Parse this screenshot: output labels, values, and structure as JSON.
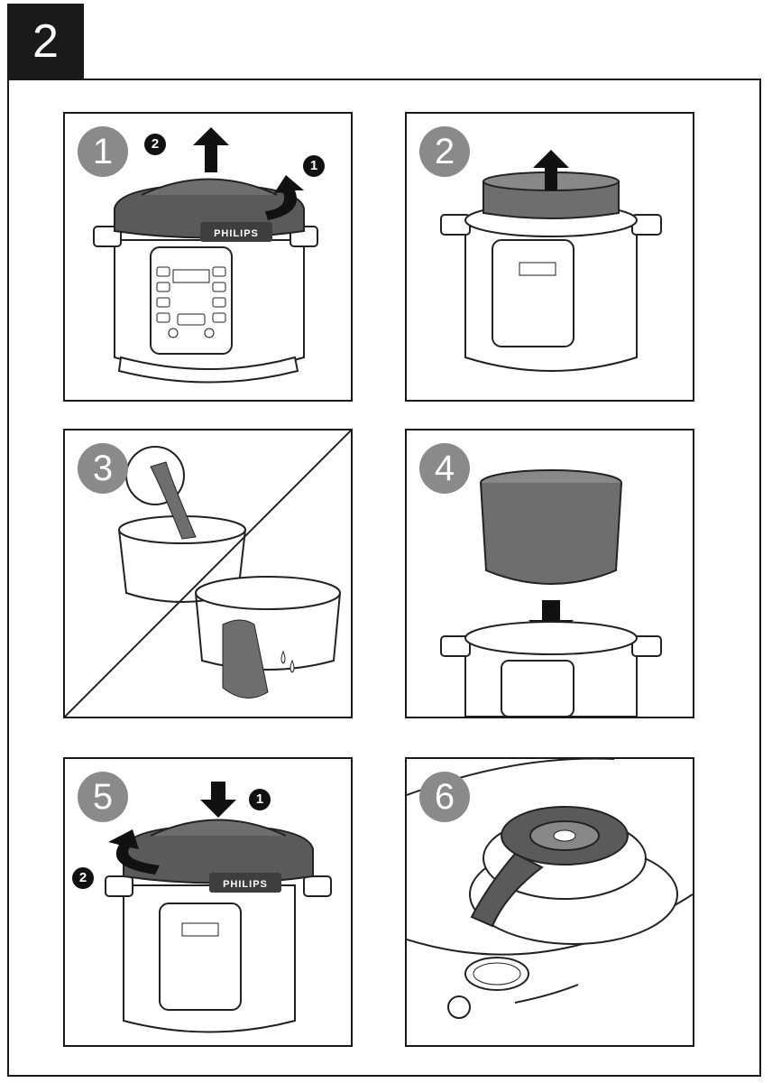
{
  "section": {
    "number": "2"
  },
  "brand": "PHILIPS",
  "panels": [
    {
      "step": "1",
      "sub": [
        "1",
        "2"
      ]
    },
    {
      "step": "2"
    },
    {
      "step": "3"
    },
    {
      "step": "4"
    },
    {
      "step": "5",
      "sub": [
        "1",
        "2"
      ]
    },
    {
      "step": "6"
    }
  ],
  "colors": {
    "frame": "#1a1a1a",
    "badge": "#8a8a8a",
    "lid": "#5a5a5a",
    "pot": "#6e6e6e"
  }
}
